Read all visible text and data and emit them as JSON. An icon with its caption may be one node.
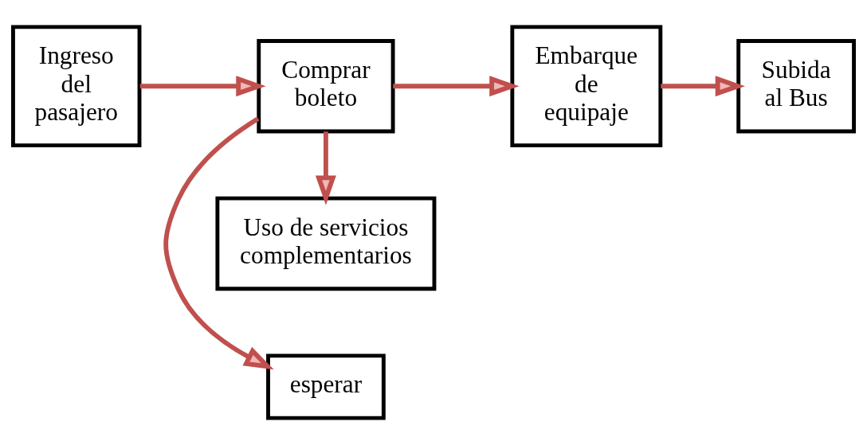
{
  "diagram": {
    "nodes": [
      {
        "text": [
          "esperar"
        ]
      },
      {
        "text": [
          "Ingreso del pasajero"
        ]
      },
      {
        "text": [
          "Comprar boleto"
        ]
      },
      {
        "text": [
          "Embarque de equipaje"
        ]
      },
      {
        "text": [
          "Subida al Bus"
        ]
      },
      {
        "text": [
          "Uso de servicios complementarios"
        ]
      }
    ],
    "edges": [
      {
        "from": 1,
        "to": 2,
        "arrow": "to"
      },
      {
        "from": 2,
        "to": 0,
        "arrow": "to"
      },
      {
        "from": 2,
        "to": 3,
        "arrow": "to"
      },
      {
        "from": 3,
        "to": 4,
        "arrow": "to"
      },
      {
        "from": 2,
        "to": 5,
        "arrow": "to"
      }
    ]
  }
}
